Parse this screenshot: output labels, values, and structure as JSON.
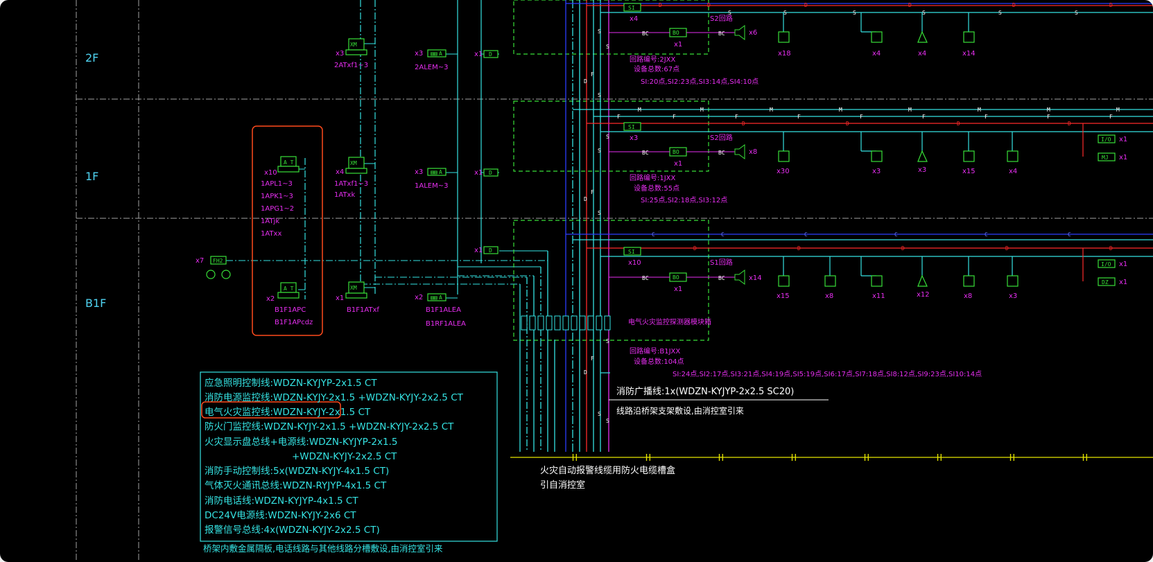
{
  "floors": [
    "2F",
    "1F",
    "B1F"
  ],
  "panels": {
    "apc_counts": [
      "x10",
      "x2"
    ],
    "apc_labels_1f": [
      "1APL1~3",
      "1APK1~3",
      "1APG1~2",
      "1ATjk",
      "1ATxx"
    ],
    "apc_labels_b1f": [
      "B1F1APC",
      "B1F1APcdz"
    ],
    "fh2": "FH2",
    "fh2_count": "x7",
    "xm_counts": [
      "x3",
      "x4",
      "x1"
    ],
    "xm_labels": [
      "2ATxf1~3",
      "1ATxf1~3",
      "1ATxk",
      "B1F1ATxf"
    ],
    "a_counts": [
      "x3",
      "x3",
      "x2"
    ],
    "a_labels": [
      "2ALEM~3",
      "1ALEM~3",
      "B1F1ALEA",
      "B1RF1ALEA"
    ],
    "d_count": "x1"
  },
  "symbols": {
    "xm": "XM",
    "a": "A",
    "d": "D",
    "si": "SI",
    "bo": "BO",
    "bc": "BC",
    "io": "I/O",
    "mj": "MJ",
    "dz": "DZ"
  },
  "rows": {
    "2f": {
      "si_count": "x4",
      "bo_count": "x1",
      "zone": "S2回路",
      "speaker_count": "x6",
      "device_counts": [
        "x18",
        "x4",
        "x4",
        "x14"
      ],
      "summary": [
        "回路编号:2JXX",
        "设备总数:67点",
        "SI:20点,SI2:23点,SI3:14点,SI4:10点"
      ]
    },
    "1f": {
      "si_count": "x3",
      "bo_count": "x1",
      "zone": "S2回路",
      "speaker_count": "x8",
      "device_counts": [
        "x30",
        "x3",
        "x3",
        "x15",
        "x4"
      ],
      "io_counts": [
        "x1",
        "x1"
      ],
      "summary": [
        "回路编号:1JXX",
        "设备总数:55点",
        "SI:25点,SI2:18点,SI3:12点"
      ]
    },
    "b1f": {
      "si_count": "x10",
      "bo_count": "x1",
      "zone": "S1回路",
      "speaker_count": "x14",
      "device_counts": [
        "x15",
        "x8",
        "x11",
        "x12",
        "x8",
        "x3"
      ],
      "io_counts": [
        "x1",
        "x1"
      ],
      "module_note": "电气火灾监控探测器模块箱",
      "summary": [
        "回路编号:B1JXX",
        "设备总数:104点"
      ],
      "summary_long": "SI:24点,SI2:17点,SI3:21点,SI4:19点,SI5:19点,SI6:17点,SI7:18点,SI8:12点,SI9:23点,SI10:14点"
    }
  },
  "broadcast": {
    "line": "消防广播线:1x(WDZN-KYJYP-2x2.5  SC20)",
    "note": "线路沿桥架支架敷设,由消控室引来"
  },
  "bus": {
    "h": "H",
    "label": [
      "火灾自动报警线缆用防火电缆槽盒",
      "引自消控室"
    ]
  },
  "wire_letters": {
    "d": "D",
    "s": "S",
    "f": "F",
    "m": "M",
    "c": "C",
    "h": "H"
  },
  "legend": [
    "应急照明控制线:WDZN-KYJYP-2x1.5  CT",
    "消防电源监控线:WDZN-KYJY-2x1.5 +WDZN-KYJY-2x2.5  CT",
    "电气火灾监控线:WDZN-KYJY-2x1.5  CT",
    "防火门监控线:WDZN-KYJY-2x1.5 +WDZN-KYJY-2x2.5  CT",
    "火灾显示盘总线+电源线:WDZN-KYJYP-2x1.5",
    "+WDZN-KYJY-2x2.5  CT",
    "消防手动控制线:5x(WDZN-KYJY-4x1.5  CT)",
    "气体灭火通讯总线:WDZN-RYJYP-4x1.5  CT",
    "消防电话线:WDZN-KYJYP-4x1.5  CT",
    "DC24V电源线:WDZN-KYJY-2x6  CT",
    "报警信号总线:4x(WDZN-KYJY-2x2.5  CT)"
  ],
  "legend_footer": "桥架内敷金属隔板,电话线路与其他线路分槽敷设,由消控室引来",
  "colors": {
    "background": "#000000",
    "cyan": "#35e3e3",
    "red": "#ff2a2a",
    "blue": "#2c3cff",
    "green": "#38e038",
    "magenta": "#e62ef0",
    "yellow": "#e6e600",
    "highlight": "#ff4a1c"
  }
}
